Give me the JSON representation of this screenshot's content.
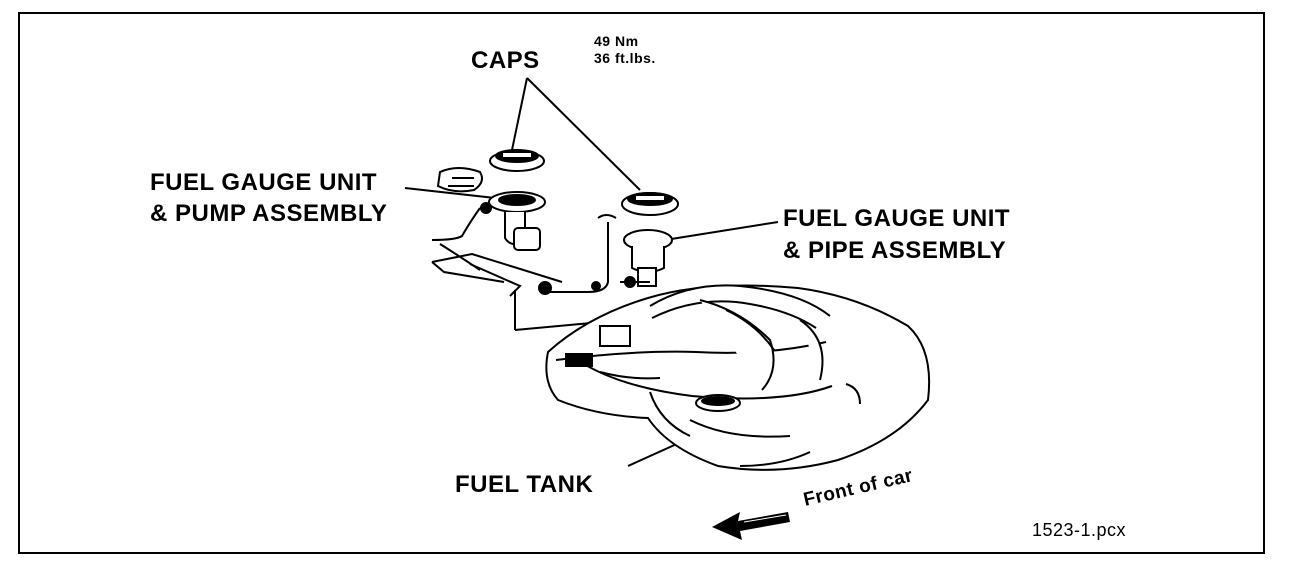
{
  "labels": {
    "caps": "CAPS",
    "torque_line1": "49 Nm",
    "torque_line2": "36 ft.lbs.",
    "pump_line1": "FUEL GAUGE UNIT",
    "pump_line2": "& PUMP ASSEMBLY",
    "pipe_line1": "FUEL GAUGE UNIT",
    "pipe_line2": "& PIPE ASSEMBLY",
    "fuel_tank": "FUEL TANK",
    "front_of_car": "Front of car",
    "file_name": "1523-1.pcx"
  },
  "icons": {
    "arrow": "front-arrow-icon"
  },
  "colors": {
    "ink": "#000000",
    "paper": "#ffffff"
  }
}
